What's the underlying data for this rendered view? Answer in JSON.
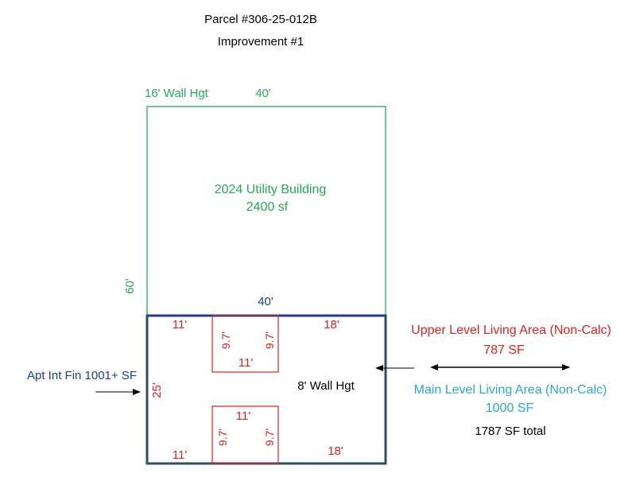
{
  "header": {
    "parcel": "Parcel #306-25-012B",
    "improvement": "Improvement #1"
  },
  "utility_building": {
    "wall_height": "16' Wall Hgt",
    "top_dim": "40'",
    "side_dim": "60'",
    "name": "2024 Utility Building",
    "area": "2400 sf",
    "color": "#22aa55"
  },
  "apartment": {
    "top_dim": "40'",
    "side_dim": "25'",
    "wall_height": "8' Wall Hgt",
    "label": "Apt Int Fin 1001+ SF",
    "outline_color": "#2f4f5f",
    "top_color": "#1a3f8f"
  },
  "rooms": {
    "color": "#dd2222",
    "upper_room": {
      "top_left": "11'",
      "top_right": "18'",
      "width": "11'",
      "left_height": "9.7'",
      "right_height": "9.7'"
    },
    "lower_room": {
      "bottom_left": "11'",
      "bottom_right": "18'",
      "width": "11'",
      "left_height": "9.7'",
      "right_height": "9.7'"
    }
  },
  "legend": {
    "upper_label": "Upper Level Living Area (Non-Calc)",
    "upper_area": "787 SF",
    "upper_color": "#dd2222",
    "main_label": "Main Level Living Area (Non-Calc)",
    "main_area": "1000 SF",
    "main_color": "#2aa7d6",
    "total": "1787 SF total"
  }
}
